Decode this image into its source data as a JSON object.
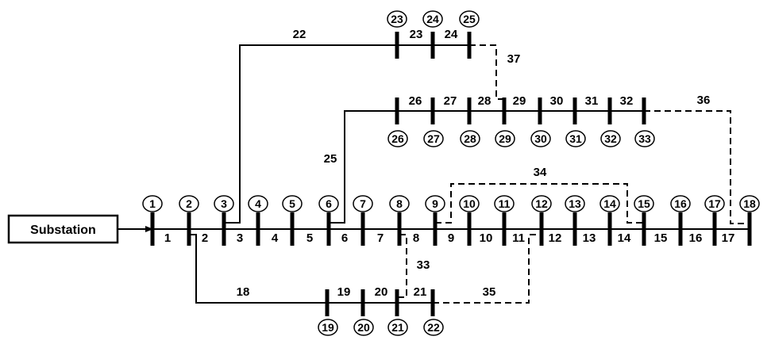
{
  "substation": {
    "label": "Substation"
  },
  "buses": [
    {
      "id": "1",
      "label": "1"
    },
    {
      "id": "2",
      "label": "2"
    },
    {
      "id": "3",
      "label": "3"
    },
    {
      "id": "4",
      "label": "4"
    },
    {
      "id": "5",
      "label": "5"
    },
    {
      "id": "6",
      "label": "6"
    },
    {
      "id": "7",
      "label": "7"
    },
    {
      "id": "8",
      "label": "8"
    },
    {
      "id": "9",
      "label": "9"
    },
    {
      "id": "10",
      "label": "10"
    },
    {
      "id": "11",
      "label": "11"
    },
    {
      "id": "12",
      "label": "12"
    },
    {
      "id": "13",
      "label": "13"
    },
    {
      "id": "14",
      "label": "14"
    },
    {
      "id": "15",
      "label": "15"
    },
    {
      "id": "16",
      "label": "16"
    },
    {
      "id": "17",
      "label": "17"
    },
    {
      "id": "18",
      "label": "18"
    },
    {
      "id": "19",
      "label": "19"
    },
    {
      "id": "20",
      "label": "20"
    },
    {
      "id": "21",
      "label": "21"
    },
    {
      "id": "22",
      "label": "22"
    },
    {
      "id": "23",
      "label": "23"
    },
    {
      "id": "24",
      "label": "24"
    },
    {
      "id": "25",
      "label": "25"
    },
    {
      "id": "26",
      "label": "26"
    },
    {
      "id": "27",
      "label": "27"
    },
    {
      "id": "28",
      "label": "28"
    },
    {
      "id": "29",
      "label": "29"
    },
    {
      "id": "30",
      "label": "30"
    },
    {
      "id": "31",
      "label": "31"
    },
    {
      "id": "32",
      "label": "32"
    },
    {
      "id": "33",
      "label": "33"
    }
  ],
  "branches": [
    {
      "id": "1",
      "label": "1",
      "from": "1",
      "to": "2",
      "type": "sectionalizing"
    },
    {
      "id": "2",
      "label": "2",
      "from": "2",
      "to": "3",
      "type": "sectionalizing"
    },
    {
      "id": "3",
      "label": "3",
      "from": "3",
      "to": "4",
      "type": "sectionalizing"
    },
    {
      "id": "4",
      "label": "4",
      "from": "4",
      "to": "5",
      "type": "sectionalizing"
    },
    {
      "id": "5",
      "label": "5",
      "from": "5",
      "to": "6",
      "type": "sectionalizing"
    },
    {
      "id": "6",
      "label": "6",
      "from": "6",
      "to": "7",
      "type": "sectionalizing"
    },
    {
      "id": "7",
      "label": "7",
      "from": "7",
      "to": "8",
      "type": "sectionalizing"
    },
    {
      "id": "8",
      "label": "8",
      "from": "8",
      "to": "9",
      "type": "sectionalizing"
    },
    {
      "id": "9",
      "label": "9",
      "from": "9",
      "to": "10",
      "type": "sectionalizing"
    },
    {
      "id": "10",
      "label": "10",
      "from": "10",
      "to": "11",
      "type": "sectionalizing"
    },
    {
      "id": "11",
      "label": "11",
      "from": "11",
      "to": "12",
      "type": "sectionalizing"
    },
    {
      "id": "12",
      "label": "12",
      "from": "12",
      "to": "13",
      "type": "sectionalizing"
    },
    {
      "id": "13",
      "label": "13",
      "from": "13",
      "to": "14",
      "type": "sectionalizing"
    },
    {
      "id": "14",
      "label": "14",
      "from": "14",
      "to": "15",
      "type": "sectionalizing"
    },
    {
      "id": "15",
      "label": "15",
      "from": "15",
      "to": "16",
      "type": "sectionalizing"
    },
    {
      "id": "16",
      "label": "16",
      "from": "16",
      "to": "17",
      "type": "sectionalizing"
    },
    {
      "id": "17",
      "label": "17",
      "from": "17",
      "to": "18",
      "type": "sectionalizing"
    },
    {
      "id": "18",
      "label": "18",
      "from": "2",
      "to": "19",
      "type": "sectionalizing"
    },
    {
      "id": "19",
      "label": "19",
      "from": "19",
      "to": "20",
      "type": "sectionalizing"
    },
    {
      "id": "20",
      "label": "20",
      "from": "20",
      "to": "21",
      "type": "sectionalizing"
    },
    {
      "id": "21",
      "label": "21",
      "from": "21",
      "to": "22",
      "type": "sectionalizing"
    },
    {
      "id": "22",
      "label": "22",
      "from": "3",
      "to": "23",
      "type": "sectionalizing"
    },
    {
      "id": "23",
      "label": "23",
      "from": "23",
      "to": "24",
      "type": "sectionalizing"
    },
    {
      "id": "24",
      "label": "24",
      "from": "24",
      "to": "25",
      "type": "sectionalizing"
    },
    {
      "id": "25",
      "label": "25",
      "from": "6",
      "to": "26",
      "type": "sectionalizing"
    },
    {
      "id": "26",
      "label": "26",
      "from": "26",
      "to": "27",
      "type": "sectionalizing"
    },
    {
      "id": "27",
      "label": "27",
      "from": "27",
      "to": "28",
      "type": "sectionalizing"
    },
    {
      "id": "28",
      "label": "28",
      "from": "28",
      "to": "29",
      "type": "sectionalizing"
    },
    {
      "id": "29",
      "label": "29",
      "from": "29",
      "to": "30",
      "type": "sectionalizing"
    },
    {
      "id": "30",
      "label": "30",
      "from": "30",
      "to": "31",
      "type": "sectionalizing"
    },
    {
      "id": "31",
      "label": "31",
      "from": "31",
      "to": "32",
      "type": "sectionalizing"
    },
    {
      "id": "32",
      "label": "32",
      "from": "32",
      "to": "33",
      "type": "sectionalizing"
    },
    {
      "id": "33",
      "label": "33",
      "from": "8",
      "to": "21",
      "type": "tie"
    },
    {
      "id": "34",
      "label": "34",
      "from": "9",
      "to": "15",
      "type": "tie"
    },
    {
      "id": "35",
      "label": "35",
      "from": "12",
      "to": "22",
      "type": "tie"
    },
    {
      "id": "36",
      "label": "36",
      "from": "18",
      "to": "33",
      "type": "tie"
    },
    {
      "id": "37",
      "label": "37",
      "from": "25",
      "to": "29",
      "type": "tie"
    }
  ]
}
